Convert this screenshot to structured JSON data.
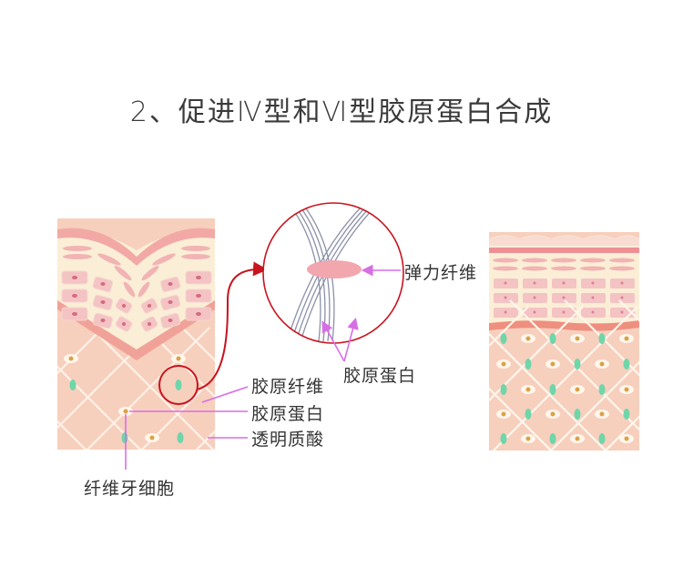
{
  "title": "2、促进Ⅳ型和Ⅵ型胶原蛋白合成",
  "labels": {
    "elastic_fiber": "弹力纤维",
    "collagen_zoom": "胶原蛋白",
    "collagen_fiber": "胶原纤维",
    "collagen": "胶原蛋白",
    "hyaluronic_acid": "透明质酸",
    "fibroblast": "纤维牙细胞"
  },
  "colors": {
    "skin_base": "#f7cfbd",
    "epidermis_pink": "#f2a9a6",
    "cell_fill": "#f4c3c3",
    "cell_nucleus": "#d56a7e",
    "layer_cream": "#fbeed6",
    "collagen_green": "#6fd6a9",
    "fibroblast_gold": "#d9a347",
    "callout_red": "#c8141e",
    "pointer_magenta": "#d86ee6",
    "fiber_gray": "#8a90a8"
  },
  "panels": {
    "left": "aged-skin-cross-section",
    "right": "healthy-skin-cross-section",
    "zoom": "magnified-fiber-view"
  }
}
